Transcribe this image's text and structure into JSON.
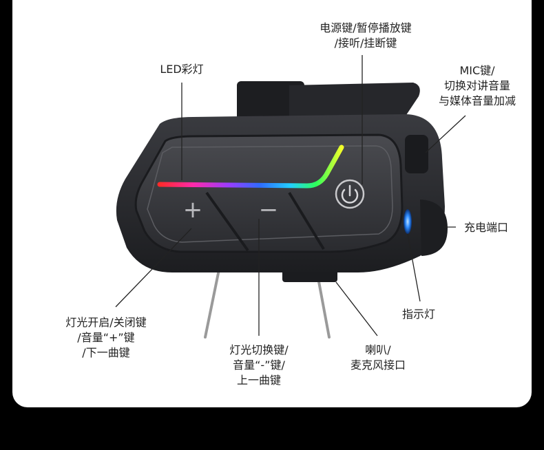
{
  "labels": {
    "power": [
      "电源键/暂停播放键",
      "/接听/挂断键"
    ],
    "led": [
      "LED彩灯"
    ],
    "mic": [
      "MIC键/",
      "切换对讲音量",
      "与媒体音量加减"
    ],
    "charge": [
      "充电端口"
    ],
    "indicator": [
      "指示灯"
    ],
    "speaker": [
      "喇叭/",
      "麦克风接口"
    ],
    "minus": [
      "灯光切换键/",
      "音量“-”键/",
      "上一曲键"
    ],
    "plus": [
      "灯光开启/关闭键",
      "/音量“+”键",
      "/下一曲键"
    ]
  },
  "buttons": {
    "plus_symbol": "+",
    "minus_symbol": "−"
  },
  "colors": {
    "page_bg": "#000000",
    "card_bg": "#ffffff",
    "device_body": "#2b2c30",
    "indicator_blue": "#2f8cff"
  }
}
